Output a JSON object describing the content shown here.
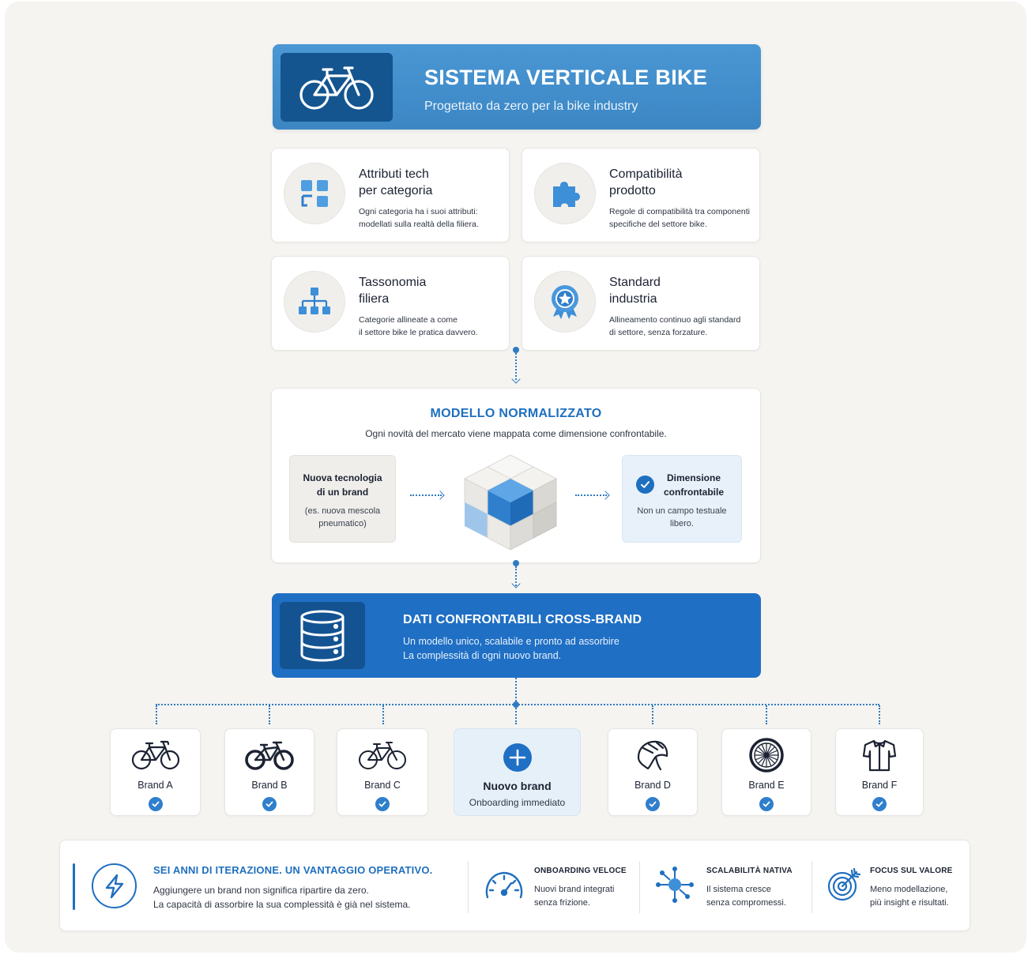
{
  "header": {
    "title": "SISTEMA VERTICALE BIKE",
    "subtitle": "Progettato da zero per la bike industry",
    "icon": "bicycle-icon"
  },
  "features": [
    {
      "icon": "grid-icon",
      "title_line1": "Attributi tech",
      "title_line2": "per categoria",
      "desc_line1": "Ogni categoria ha i suoi attributi:",
      "desc_line2": "modellati sulla realtà della filiera."
    },
    {
      "icon": "puzzle-icon",
      "title_line1": "Compatibilità",
      "title_line2": "prodotto",
      "desc_line1": "Regole di compatibilità tra componenti",
      "desc_line2": "specifiche del settore bike."
    },
    {
      "icon": "hierarchy-icon",
      "title_line1": "Tassonomia",
      "title_line2": "filiera",
      "desc_line1": "Categorie allineate a come",
      "desc_line2": "il settore bike le pratica davvero."
    },
    {
      "icon": "award-badge-icon",
      "title_line1": "Standard",
      "title_line2": "industria",
      "desc_line1": "Allineamento continuo agli standard",
      "desc_line2": "di settore, senza forzature."
    }
  ],
  "model": {
    "title": "MODELLO NORMALIZZATO",
    "subtitle": "Ogni novità del mercato viene mappata come dimensione confrontabile.",
    "left_title_line1": "Nuova tecnologia",
    "left_title_line2": "di un brand",
    "left_desc_line1": "(es. nuova mescola",
    "left_desc_line2": "pneumatico)",
    "right_title_line1": "Dimensione",
    "right_title_line2": "confrontabile",
    "right_desc_line1": "Non un campo testuale",
    "right_desc_line2": "libero."
  },
  "banner": {
    "title": "DATI CONFRONTABILI CROSS-BRAND",
    "desc_line1": "Un modello unico, scalabile e pronto ad assorbire",
    "desc_line2": "La complessità di ogni nuovo brand.",
    "icon": "database-icon"
  },
  "brands": [
    {
      "name": "Brand A",
      "icon": "road-bike-icon"
    },
    {
      "name": "Brand B",
      "icon": "mountain-bike-icon"
    },
    {
      "name": "Brand C",
      "icon": "city-bike-icon"
    },
    {
      "name": "Nuovo brand",
      "sub": "Onboarding immediato",
      "icon": "plus-icon"
    },
    {
      "name": "Brand D",
      "icon": "helmet-icon"
    },
    {
      "name": "Brand E",
      "icon": "wheel-icon"
    },
    {
      "name": "Brand F",
      "icon": "jersey-icon"
    }
  ],
  "bottom": {
    "title": "SEI ANNI DI ITERAZIONE. UN VANTAGGIO OPERATIVO.",
    "desc_line1": "Aggiungere un brand non significa ripartire da zero.",
    "desc_line2": "La capacità di assorbire la sua complessità è già nel sistema.",
    "items": [
      {
        "icon": "speedometer-icon",
        "title": "ONBOARDING VELOCE",
        "desc_line1": "Nuovi brand integrati",
        "desc_line2": "senza frizione."
      },
      {
        "icon": "network-icon",
        "title": "SCALABILITÀ NATIVA",
        "desc_line1": "Il sistema cresce",
        "desc_line2": "senza compromessi."
      },
      {
        "icon": "target-icon",
        "title": "FOCUS SUL VALORE",
        "desc_line1": "Meno modellazione,",
        "desc_line2": "più insight e risultati."
      }
    ]
  },
  "colors": {
    "primary": "#1f6fc4",
    "header": "#4a97d4",
    "background": "#f5f4f1"
  }
}
